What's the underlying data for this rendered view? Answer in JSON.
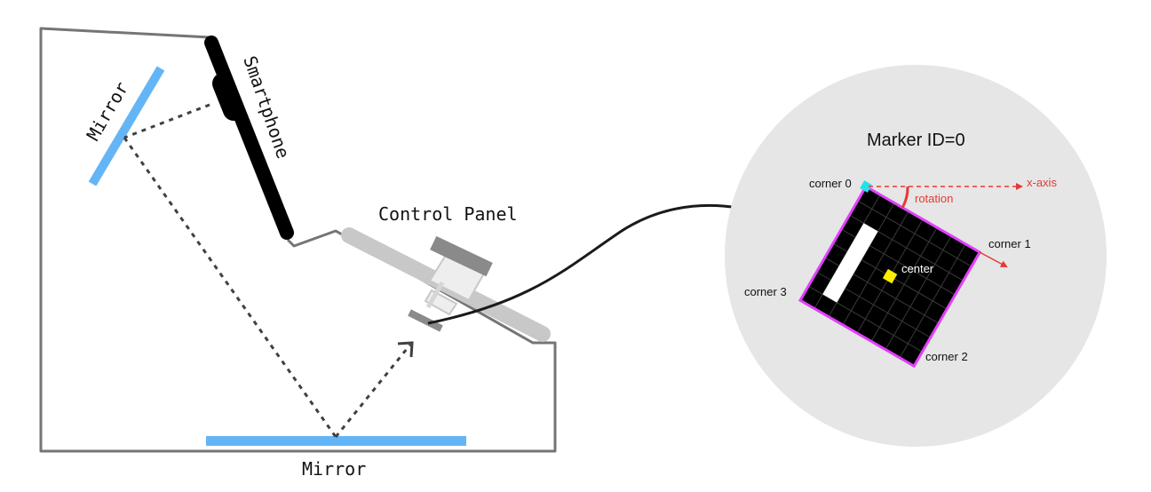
{
  "labels": {
    "smartphone": "Smartphone",
    "mirror_left": "Mirror",
    "mirror_bottom": "Mirror",
    "control_panel": "Control Panel",
    "marker_title": "Marker ID=0",
    "corner0": "corner 0",
    "corner1": "corner 1",
    "corner2": "corner 2",
    "corner3": "corner 3",
    "center": "center",
    "rotation": "rotation",
    "x_axis": "x-axis"
  },
  "colors": {
    "mirror": "#64b5f6",
    "enclosure": "#757575",
    "phone": "#000000",
    "panel": "#c8c8c8",
    "panel_dark": "#8a8a8a",
    "circle_bg": "#e6e6e6",
    "marker_border": "#e040fb",
    "corner0_marker": "#26e0e8",
    "center_marker": "#ffee00",
    "annotation": "#e53935"
  },
  "marker": {
    "grid_size": 8,
    "rotation_deg": 30
  }
}
